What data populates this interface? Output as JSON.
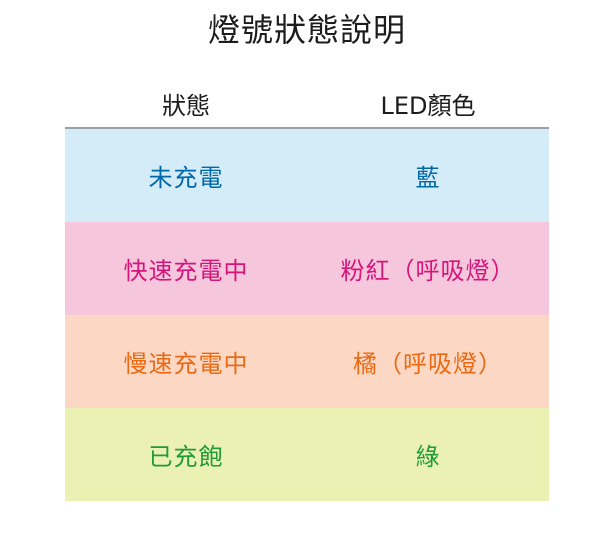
{
  "title": "燈號狀態說明",
  "table": {
    "headers": {
      "status": "狀態",
      "led_color": "LED顏色"
    },
    "rows": [
      {
        "status": "未充電",
        "led_color": "藍",
        "bg": "#d4ebf8",
        "text_color": "#0068a8"
      },
      {
        "status": "快速充電中",
        "led_color": "粉紅（呼吸燈）",
        "bg": "#f6c6dd",
        "text_color": "#d6157a"
      },
      {
        "status": "慢速充電中",
        "led_color": "橘（呼吸燈）",
        "bg": "#fcd8c4",
        "text_color": "#ea6a14"
      },
      {
        "status": "已充飽",
        "led_color": "綠",
        "bg": "#ebf1b3",
        "text_color": "#1f9b3b"
      }
    ]
  }
}
